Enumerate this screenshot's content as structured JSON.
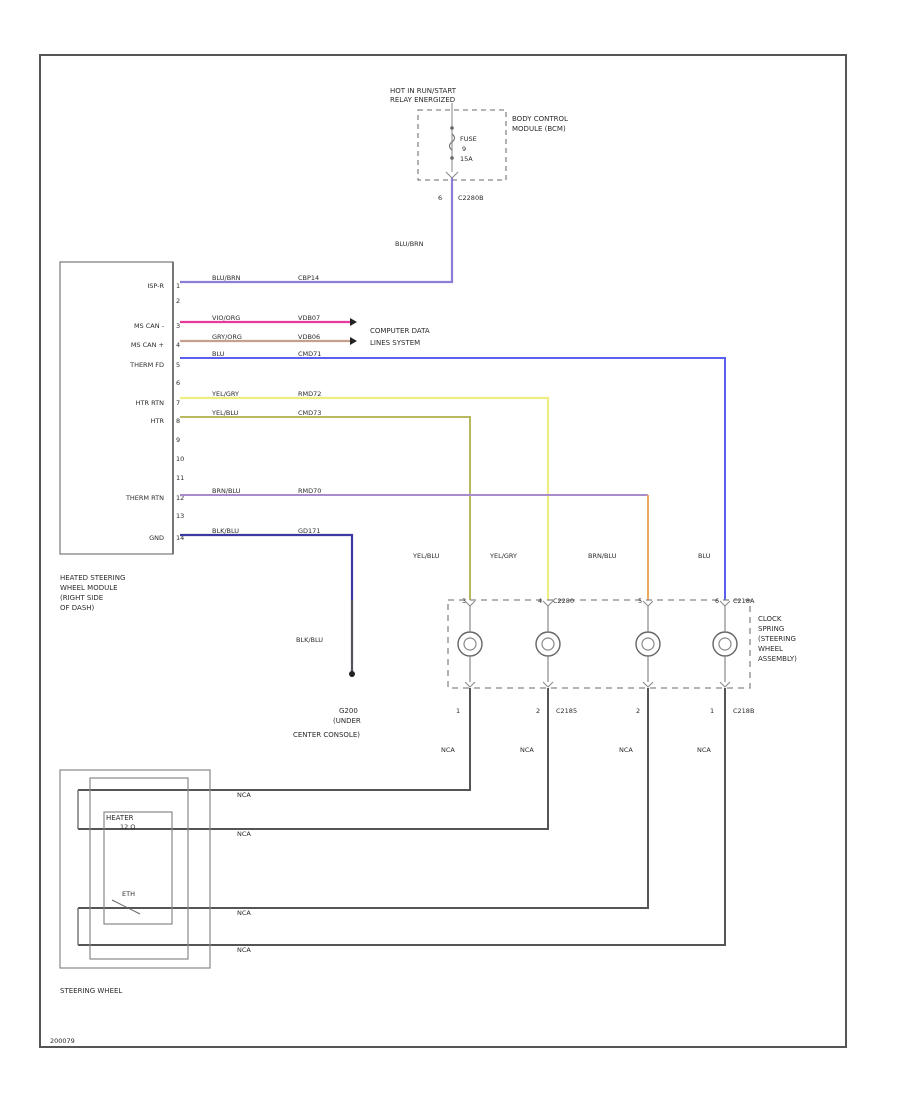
{
  "fuse_panel": {
    "label_line1": "HOT IN RUN/START",
    "label_line2": "RELAY ENERGIZED",
    "fuse_name": "FUSE",
    "fuse_number": "9",
    "fuse_amps": "15A",
    "module_line1": "BODY CONTROL",
    "module_line2": "MODULE (BCM)",
    "pin": "6",
    "connector": "C2280B"
  },
  "feed_wire": {
    "color_label": "BLU/BRN"
  },
  "module": {
    "caption_line1": "HEATED STEERING",
    "caption_line2": "WHEEL MODULE",
    "caption_line3": "(RIGHT SIDE",
    "caption_line4": "OF DASH)",
    "pins": [
      {
        "name": "ISP-R",
        "num": "1"
      },
      {
        "name": "",
        "num": "2"
      },
      {
        "name": "MS CAN -",
        "num": "3"
      },
      {
        "name": "MS CAN +",
        "num": "4"
      },
      {
        "name": "THERM FD",
        "num": "5"
      },
      {
        "name": "",
        "num": "6"
      },
      {
        "name": "HTR RTN",
        "num": "7"
      },
      {
        "name": "HTR",
        "num": "8"
      },
      {
        "name": "",
        "num": "9"
      },
      {
        "name": "",
        "num": "10"
      },
      {
        "name": "",
        "num": "11"
      },
      {
        "name": "THERM RTN",
        "num": "12"
      },
      {
        "name": "",
        "num": "13"
      },
      {
        "name": "GND",
        "num": "14"
      }
    ]
  },
  "wires": [
    {
      "color": "BLU/BRN",
      "circuit": "CBP14",
      "stroke": "#8a7fd6"
    },
    {
      "color": "VIO/ORG",
      "circuit": "VDB07",
      "stroke": "#e5399b"
    },
    {
      "color": "GRY/ORG",
      "circuit": "VDB06",
      "stroke": "#c6a08a"
    },
    {
      "color": "BLU",
      "circuit": "CMD71",
      "stroke": "#5a5ff0"
    },
    {
      "color": "YEL/GRY",
      "circuit": "RMD72",
      "stroke": "#f0ec84"
    },
    {
      "color": "YEL/BLU",
      "circuit": "CMD73",
      "stroke": "#b8b860"
    },
    {
      "color": "BRN/BLU",
      "circuit": "RMD70",
      "stroke": "#a98ccc"
    },
    {
      "color": "BLK/BLU",
      "circuit": "GD171",
      "stroke": "#3a3aa0"
    }
  ],
  "data_system": {
    "line1": "COMPUTER DATA",
    "line2": "LINES SYSTEM"
  },
  "ground": {
    "wire_color": "BLK/BLU",
    "name": "G200",
    "line2": "(UNDER",
    "line3": "CENTER CONSOLE)"
  },
  "clockspring": {
    "top_connector": "C218A",
    "connector_b": "C2280",
    "name_line1": "CLOCK",
    "name_line2": "SPRING",
    "name_line3": "(STEERING",
    "name_line4": "WHEEL",
    "name_line5": "ASSEMBLY)",
    "top_pins": [
      "3",
      "4",
      "5",
      "6"
    ],
    "top_wire_colors": [
      "YEL/BLU",
      "YEL/GRY",
      "BRN/BLU",
      "BLU"
    ],
    "bottom_pins": [
      "1",
      "2",
      "2",
      "1"
    ],
    "bottom_connector_a": "C2185",
    "bottom_connector_b": "C218B",
    "nca_labels": [
      "NCA",
      "NCA",
      "NCA",
      "NCA"
    ]
  },
  "steering_wheel": {
    "heater_label": "HEATER",
    "heater_value": "12 Ω",
    "thermistor_label": "ETH",
    "caption": "STEERING WHEEL",
    "wire_labels": [
      "NCA",
      "NCA",
      "NCA",
      "NCA"
    ]
  },
  "footer": {
    "code": "200079"
  }
}
